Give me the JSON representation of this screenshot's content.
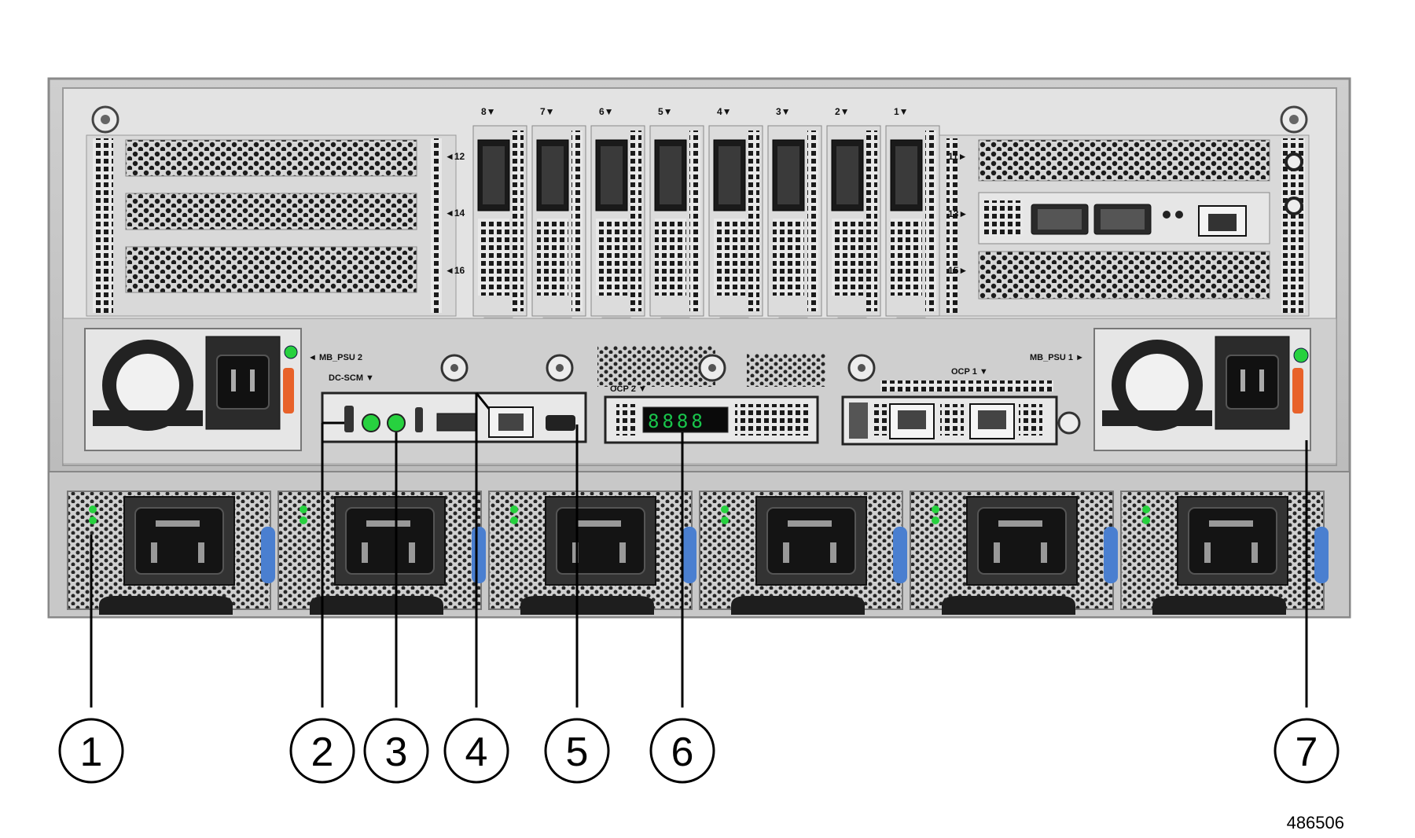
{
  "figure_id": "486506",
  "callouts": [
    "1",
    "2",
    "3",
    "4",
    "5",
    "6",
    "7"
  ],
  "labels": {
    "mb_psu2": "◄ MB_PSU 2",
    "mb_psu1": "MB_PSU 1 ►",
    "dc_scm": "DC-SCM ▼",
    "ocp2": "OCP 2 ▼",
    "ocp1": "OCP 1 ▼",
    "seg_display": "8888"
  },
  "pcie_slots": [
    "8▼",
    "7▼",
    "6▼",
    "5▼",
    "4▼",
    "3▼",
    "2▼",
    "1▼"
  ],
  "left_slots": [
    "◄12",
    "◄14",
    "◄16"
  ],
  "right_slots": [
    "11►",
    "13►",
    "15►"
  ],
  "colors": {
    "led_green": "#27d13f",
    "handle_blue": "#4a7fd0",
    "latch_orange": "#e8622a"
  }
}
